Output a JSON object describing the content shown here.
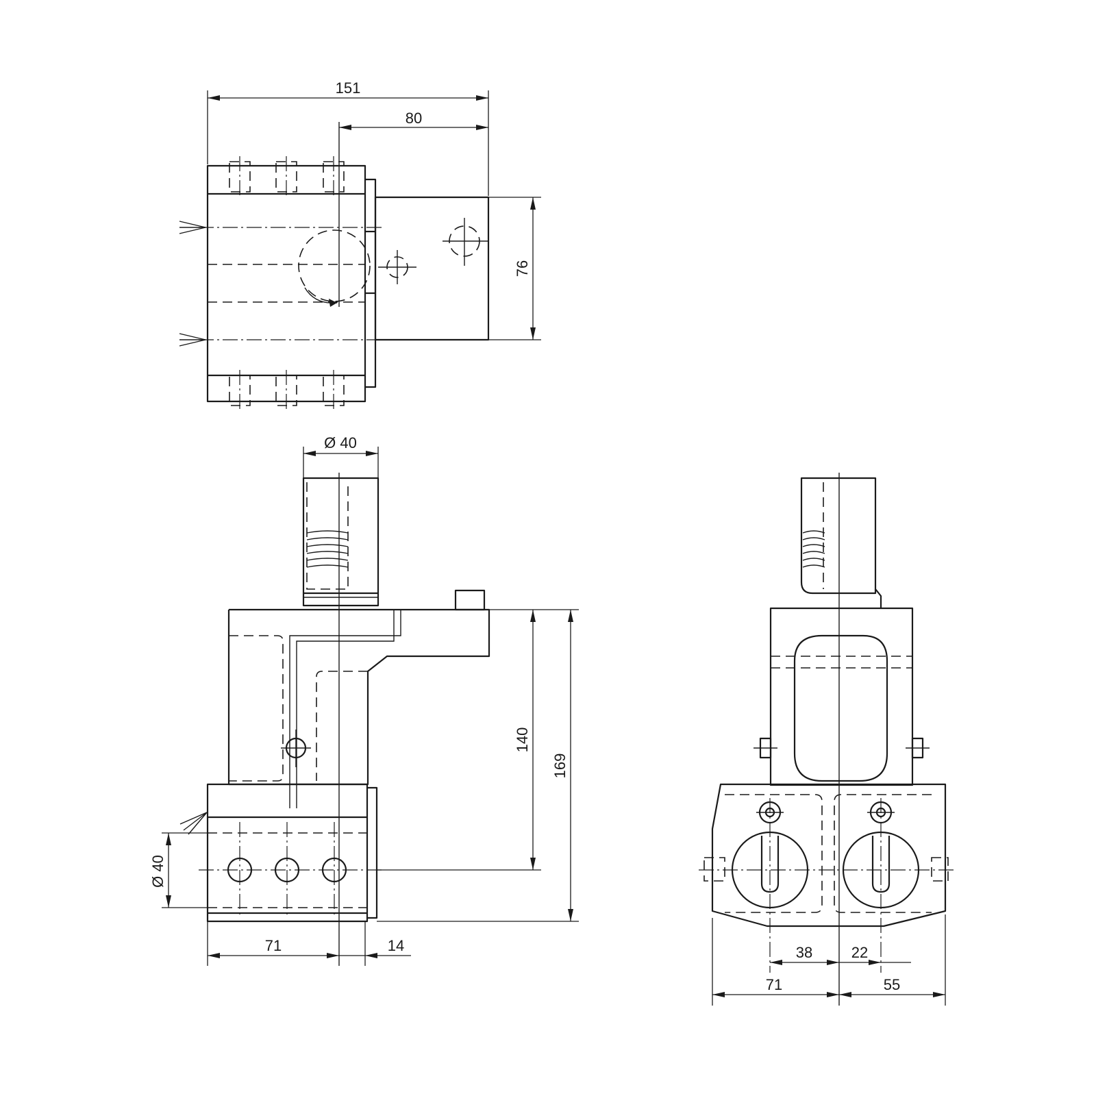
{
  "dimensions": {
    "top_total_width": "151",
    "top_offset_width": "80",
    "top_block_height": "76",
    "front_shank_diameter": "Ø 40",
    "front_bore_diameter": "Ø 40",
    "front_height_140": "140",
    "front_height_169": "169",
    "front_bottom_71": "71",
    "front_bottom_14": "14",
    "side_offset_38": "38",
    "side_offset_22": "22",
    "side_bottom_71": "71",
    "side_bottom_55": "55"
  },
  "colors": {
    "ink": "#1a1a1a",
    "paper": "#ffffff"
  }
}
